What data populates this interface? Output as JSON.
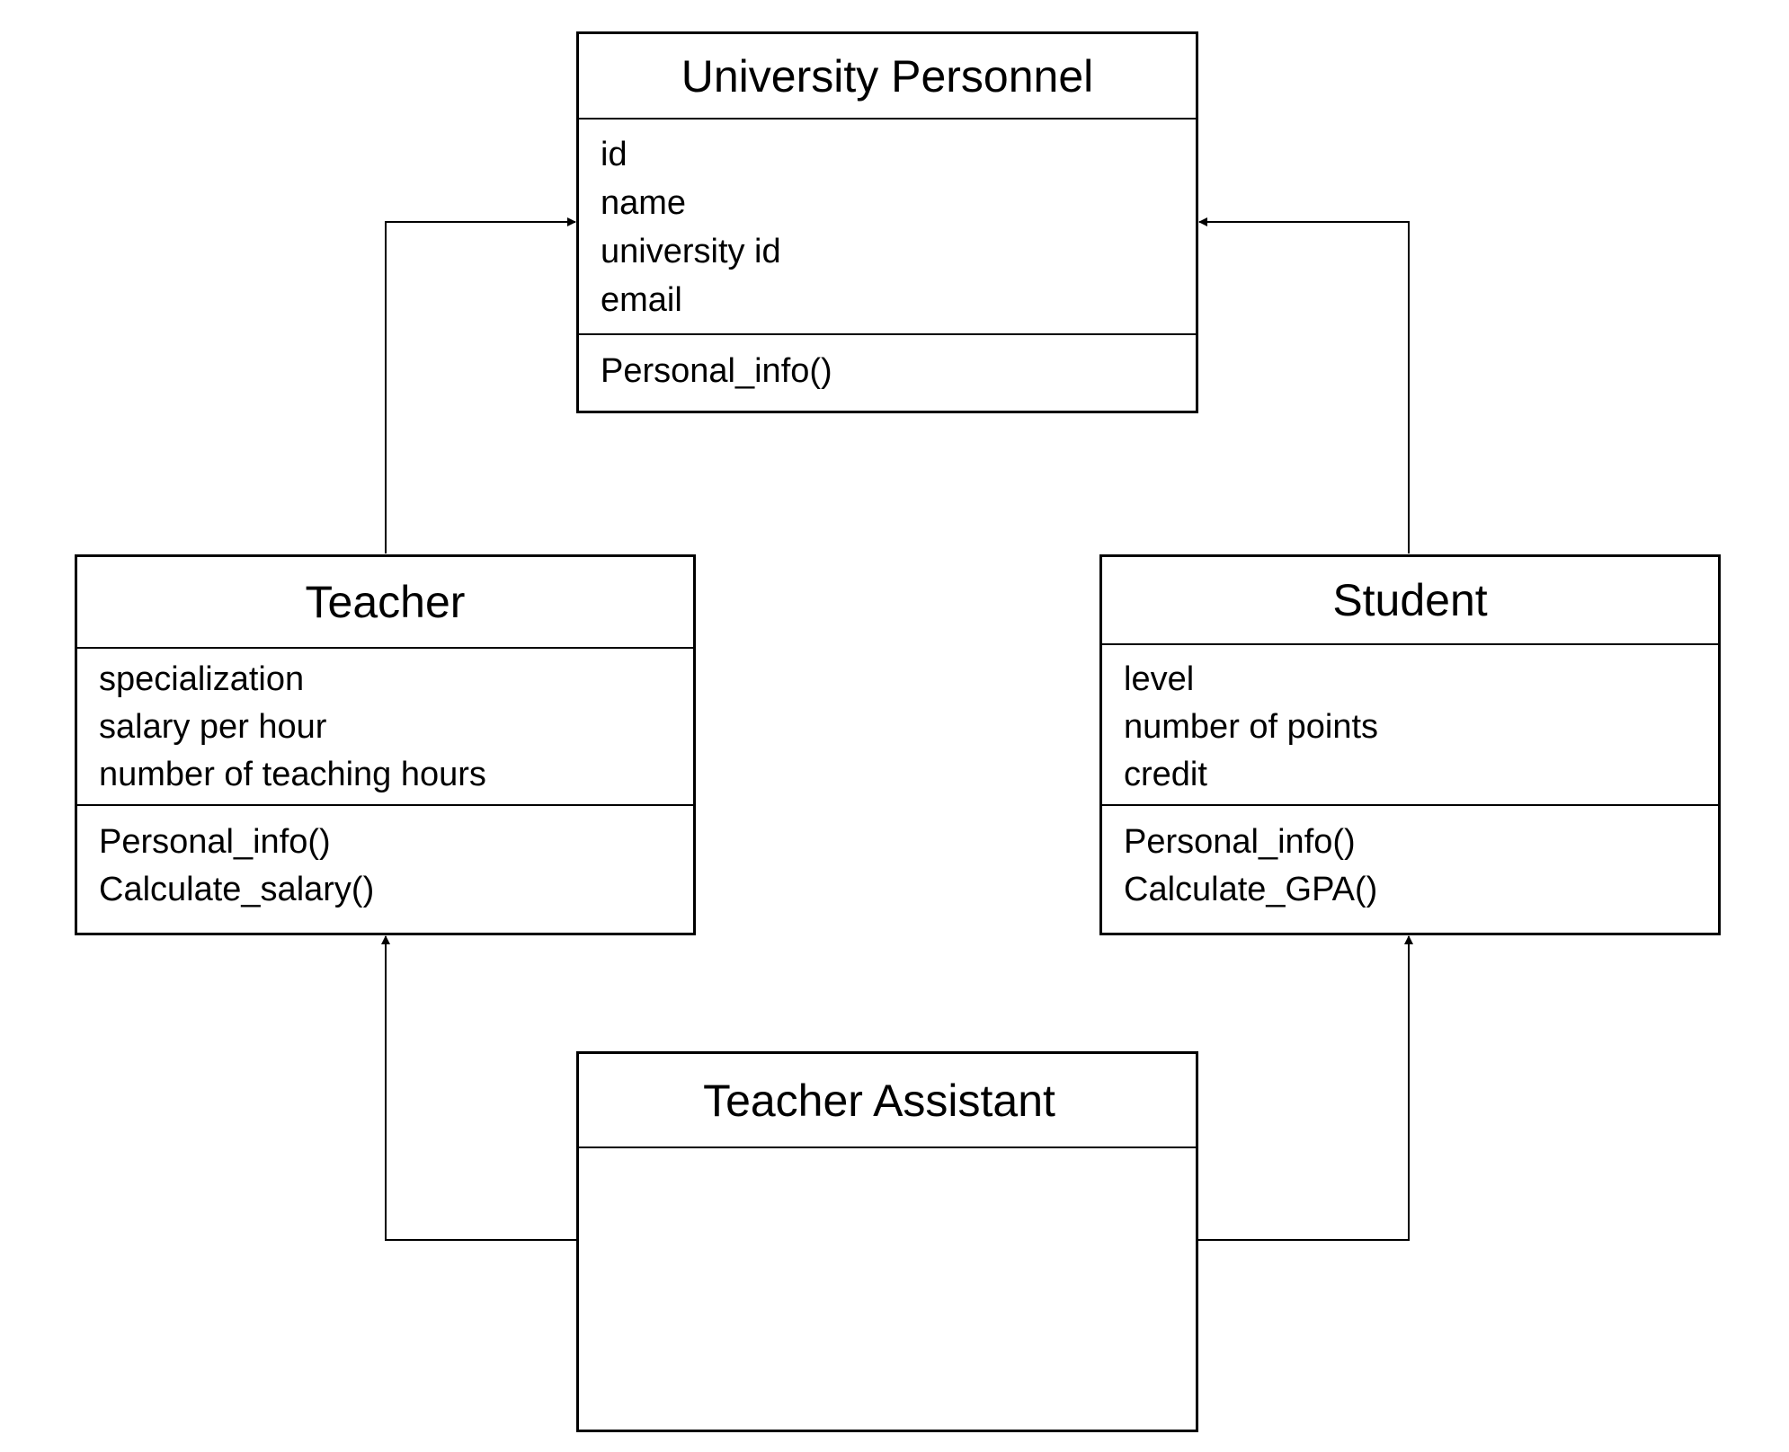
{
  "diagram": {
    "classes": {
      "university_personnel": {
        "name": "University Personnel",
        "attributes": [
          "id",
          "name",
          "university id",
          "email"
        ],
        "methods": [
          "Personal_info()"
        ]
      },
      "teacher": {
        "name": "Teacher",
        "attributes": [
          "specialization",
          "salary per hour",
          "number of teaching hours"
        ],
        "methods": [
          "Personal_info()",
          "Calculate_salary()"
        ]
      },
      "student": {
        "name": "Student",
        "attributes": [
          "level",
          "number of points",
          "credit"
        ],
        "methods": [
          "Personal_info()",
          "Calculate_GPA()"
        ]
      },
      "teacher_assistant": {
        "name": "Teacher Assistant",
        "attributes": [],
        "methods": []
      }
    },
    "relations": [
      {
        "from": "Teacher",
        "to": "University Personnel",
        "type": "generalization"
      },
      {
        "from": "Student",
        "to": "University Personnel",
        "type": "generalization"
      },
      {
        "from": "Teacher Assistant",
        "to": "Teacher",
        "type": "generalization"
      },
      {
        "from": "Teacher Assistant",
        "to": "Student",
        "type": "generalization"
      }
    ]
  }
}
